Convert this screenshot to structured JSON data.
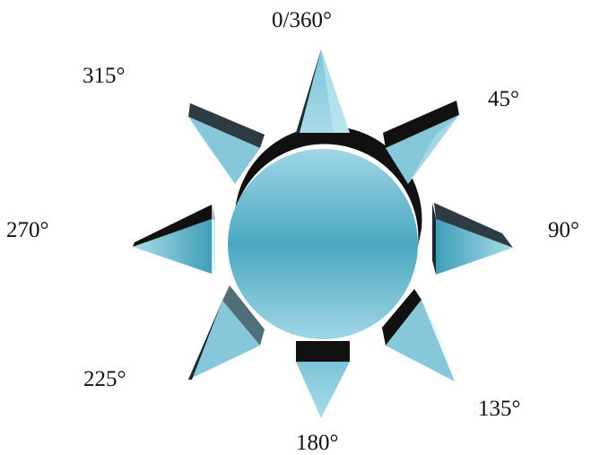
{
  "compass": {
    "labels": {
      "n": "0/360°",
      "ne": "45°",
      "e": "90°",
      "se": "135°",
      "s": "180°",
      "sw": "225°",
      "w": "270°",
      "nw": "315°"
    }
  },
  "colors": {
    "face_light": "#9fd6e6",
    "face_mid": "#63b6cc",
    "face_dark": "#3f9fb8",
    "edge_dark": "#111111",
    "edge_mid": "#2c3c42",
    "highlight": "#e6f7fb",
    "label": "#111111",
    "background": "#ffffff"
  }
}
